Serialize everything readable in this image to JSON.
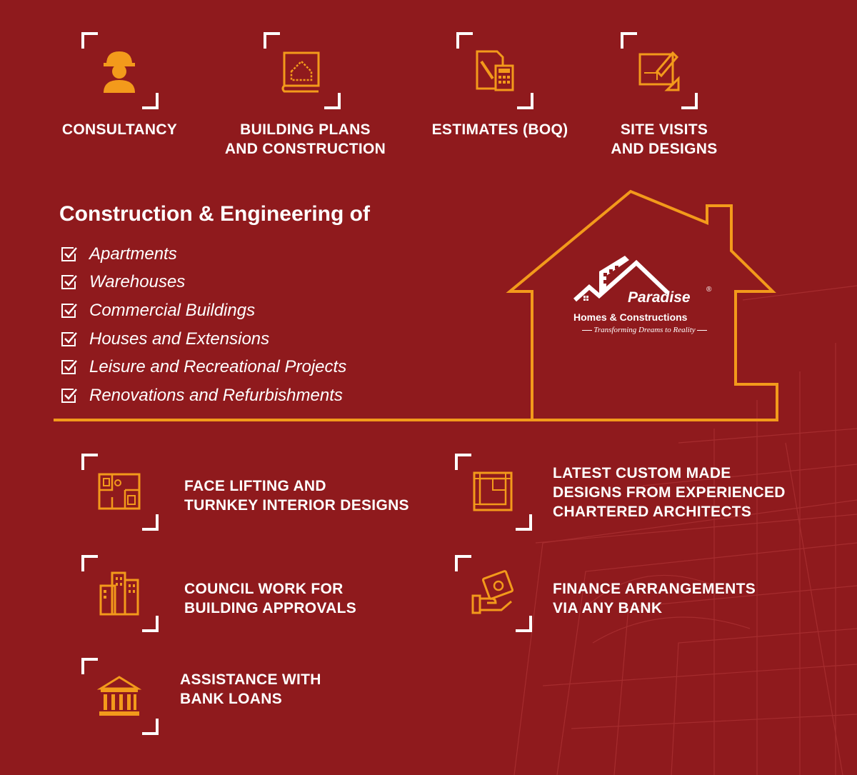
{
  "colors": {
    "background": "#8f1a1d",
    "accent": "#f39a1b",
    "text": "#ffffff"
  },
  "top_services": [
    {
      "icon": "engineer-icon",
      "lines": [
        "CONSULTANCY"
      ]
    },
    {
      "icon": "blueprint-icon",
      "lines": [
        "BUILDING PLANS",
        "AND CONSTRUCTION"
      ]
    },
    {
      "icon": "calculator-icon",
      "lines": [
        "ESTIMATES (BOQ)"
      ]
    },
    {
      "icon": "drafting-icon",
      "lines": [
        "SITE VISITS",
        "AND DESIGNS"
      ]
    }
  ],
  "construction": {
    "heading": "Construction & Engineering of",
    "items": [
      "Apartments",
      "Warehouses",
      "Commercial Buildings",
      "Houses and Extensions",
      "Leisure and Recreational Projects",
      "Renovations and Refurbishments"
    ]
  },
  "logo": {
    "brand": "Paradise",
    "registered": "®",
    "subtitle": "Homes & Constructions",
    "tagline": "Transforming Dreams to Reality"
  },
  "bottom_services": [
    {
      "icon": "floorplan-icon",
      "lines": [
        "FACE LIFTING AND",
        "TURNKEY INTERIOR DESIGNS"
      ]
    },
    {
      "icon": "architect-plan-icon",
      "lines": [
        "LATEST CUSTOM MADE",
        "DESIGNS FROM EXPERIENCED",
        "CHARTERED ARCHITECTS"
      ]
    },
    {
      "icon": "buildings-icon",
      "lines": [
        "COUNCIL WORK FOR",
        "BUILDING APPROVALS"
      ]
    },
    {
      "icon": "money-hand-icon",
      "lines": [
        "FINANCE ARRANGEMENTS",
        "VIA ANY BANK"
      ]
    },
    {
      "icon": "bank-icon",
      "lines": [
        "ASSISTANCE WITH",
        "BANK LOANS"
      ]
    }
  ]
}
